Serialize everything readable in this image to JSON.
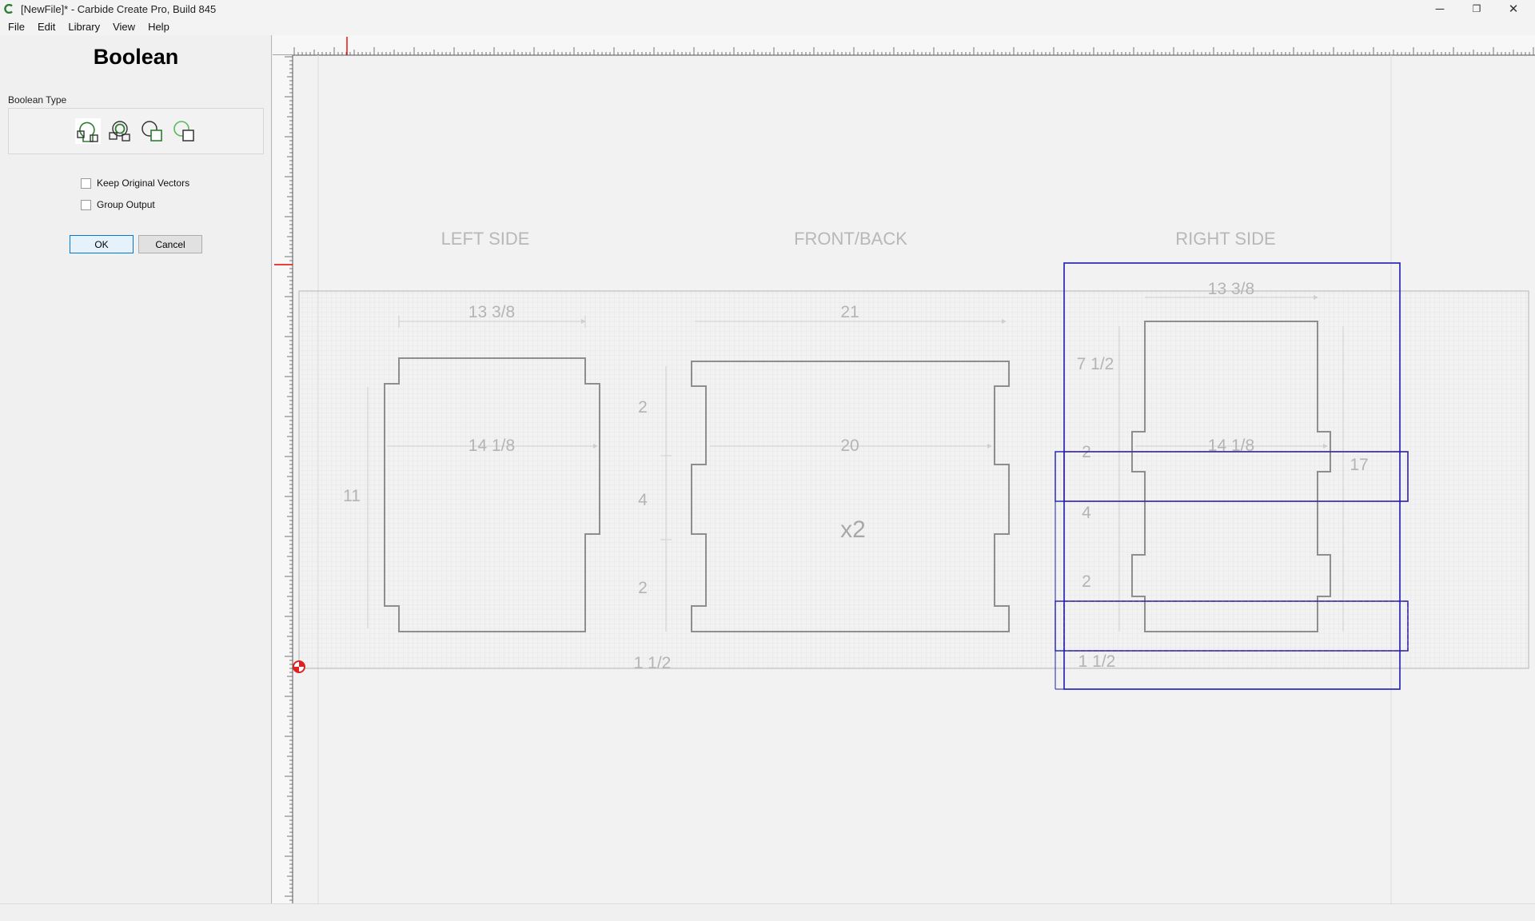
{
  "window": {
    "title": "[NewFile]* - Carbide Create Pro, Build 845",
    "controls": {
      "minimize": "─",
      "maximize": "❐",
      "close": "✕"
    }
  },
  "menu": [
    "File",
    "Edit",
    "Library",
    "View",
    "Help"
  ],
  "panel": {
    "title": "Boolean",
    "boolean_type_label": "Boolean Type",
    "boolean_types": [
      {
        "icon": "boolean-union-icon",
        "selected": true
      },
      {
        "icon": "boolean-intersect-icon",
        "selected": false
      },
      {
        "icon": "boolean-subtract-icon",
        "selected": false
      },
      {
        "icon": "boolean-subtract-reverse-icon",
        "selected": false
      }
    ],
    "keep_original_vectors": {
      "label": "Keep Original Vectors",
      "checked": false
    },
    "group_output": {
      "label": "Group Output",
      "checked": false
    },
    "ok_label": "OK",
    "cancel_label": "Cancel"
  },
  "canvas": {
    "section_labels": {
      "left": "LEFT SIDE",
      "front": "FRONT/BACK",
      "right": "RIGHT SIDE"
    },
    "dims": {
      "left_top": "13 3/8",
      "left_mid": "14 1/8",
      "left_height": "11",
      "front_top": "21",
      "front_mid": "20",
      "front_count": "x2",
      "gap_2a": "2",
      "gap_4": "4",
      "gap_2b": "2",
      "gap_bottom": "1 1/2",
      "right_top": "13 3/8",
      "right_mid": "14 1/8",
      "right_7_1_2": "7 1/2",
      "right_2a": "2",
      "right_4": "4",
      "right_2b": "2",
      "right_1_1_2": "1 1/2",
      "right_height": "17"
    },
    "colors": {
      "selection": "#1c1cb4",
      "highlight": "#e8862a",
      "outline": "#8a8a8a",
      "label": "#b4b4b4"
    }
  }
}
